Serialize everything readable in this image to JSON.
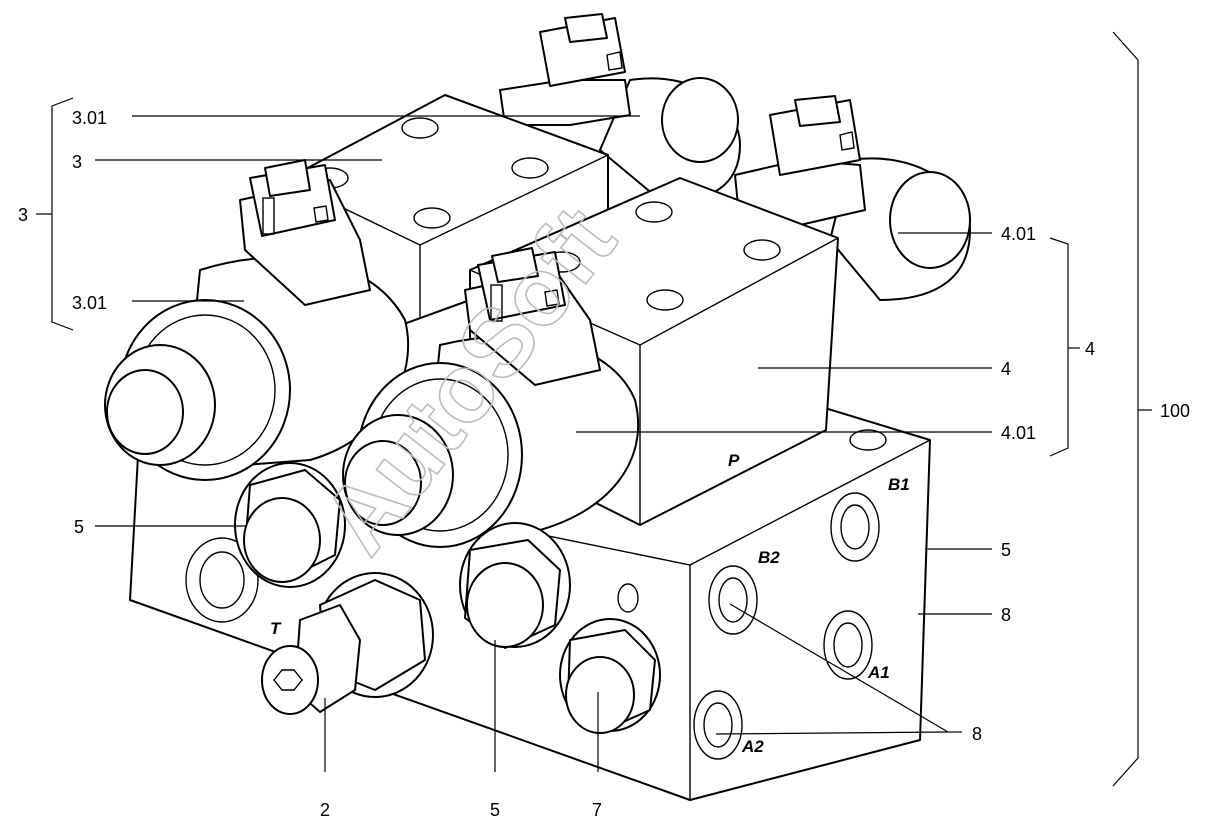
{
  "callouts": {
    "c_301_top": "3.01",
    "c_3_inner": "3",
    "c_3_group": "3",
    "c_301_bottom": "3.01",
    "c_401_top": "4.01",
    "c_4_inner": "4",
    "c_4_group": "4",
    "c_401_bottom": "4.01",
    "c_100": "100",
    "c_5_left": "5",
    "c_5_right": "5",
    "c_8_right": "8",
    "c_8_lower": "8",
    "c_2": "2",
    "c_5_bottom": "5",
    "c_7": "7"
  },
  "ports": {
    "p": "P",
    "b1": "B1",
    "b2": "B2",
    "a1": "A1",
    "a2": "A2",
    "t": "T"
  },
  "watermark": "AutoSoft"
}
